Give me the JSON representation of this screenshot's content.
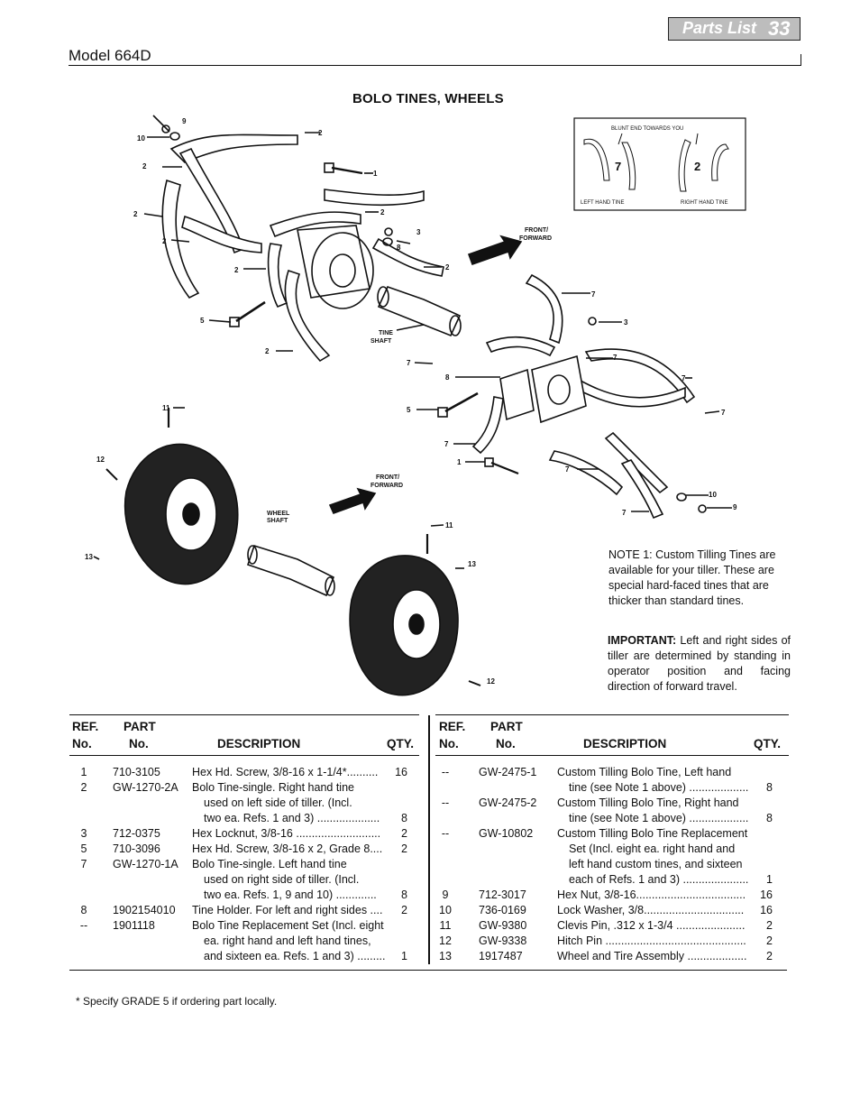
{
  "header": {
    "section_label": "Parts List",
    "page_number": "33",
    "model": "Model 664D"
  },
  "section_title": "BOLO TINES, WHEELS",
  "diagram": {
    "callouts": {
      "c1": "1",
      "c2": "2",
      "c3": "3",
      "c5": "5",
      "c7": "7",
      "c8": "8",
      "c9": "9",
      "c10": "10",
      "c11": "11",
      "c12": "12",
      "c13": "13"
    },
    "labels": {
      "front_forward_1_a": "FRONT/",
      "front_forward_1_b": "FORWARD",
      "front_forward_2_a": "FRONT/",
      "front_forward_2_b": "FORWARD",
      "tine_shaft_a": "TINE",
      "tine_shaft_b": "SHAFT",
      "wheel_shaft_a": "WHEEL",
      "wheel_shaft_b": "SHAFT"
    },
    "inset": {
      "top_text": "BLUNT END TOWARDS YOU",
      "left_num": "7",
      "right_num": "2",
      "left_caption": "LEFT HAND TINE",
      "right_caption": "RIGHT HAND TINE"
    }
  },
  "notes": {
    "note1": "NOTE 1: Custom Tilling Tines are available for your tiller. These are special hard-faced tines that are thicker than standard tines.",
    "important_label": "IMPORTANT:",
    "important_text": "Left and right sides of tiller are determined by standing in operator position and facing direction of forward travel."
  },
  "table": {
    "headers": {
      "ref_a": "REF.",
      "ref_b": "No.",
      "part_a": "PART",
      "part_b": "No.",
      "desc": "DESCRIPTION",
      "qty": "QTY."
    },
    "left_rows": [
      {
        "ref": "1",
        "part": "710-3105",
        "desc": [
          "Hex Hd. Screw, 3/8-16 x 1-1/4*.........."
        ],
        "qty": "16"
      },
      {
        "ref": "2",
        "part": "GW-1270-2A",
        "desc": [
          "Bolo Tine-single.  Right hand tine",
          "used on left side of tiller.  (Incl.",
          "two ea. Refs. 1 and 3) ...................."
        ],
        "qty": "8"
      },
      {
        "ref": "3",
        "part": "712-0375",
        "desc": [
          "Hex Locknut, 3/8-16 ..........................."
        ],
        "qty": "2"
      },
      {
        "ref": "5",
        "part": "710-3096",
        "desc": [
          "Hex Hd. Screw, 3/8-16 x 2, Grade 8...."
        ],
        "qty": "2"
      },
      {
        "ref": "7",
        "part": "GW-1270-1A",
        "desc": [
          "Bolo Tine-single. Left hand tine",
          "used on right side of tiller.  (Incl.",
          "two ea. Refs. 1, 9 and 10) ............."
        ],
        "qty": "8"
      },
      {
        "ref": "8",
        "part": "1902154010",
        "desc": [
          "Tine Holder. For left and right sides ...."
        ],
        "qty": "2"
      },
      {
        "ref": "--",
        "part": "1901118",
        "desc": [
          "Bolo Tine Replacement Set (Incl. eight",
          "ea. right hand and left hand tines,",
          "and sixteen ea. Refs. 1 and 3) ........."
        ],
        "qty": "1"
      }
    ],
    "right_rows": [
      {
        "ref": "--",
        "part": "GW-2475-1",
        "desc": [
          "Custom Tilling Bolo Tine, Left hand",
          "tine (see Note 1 above) ..................."
        ],
        "qty": "8"
      },
      {
        "ref": "--",
        "part": "GW-2475-2",
        "desc": [
          "Custom Tilling Bolo Tine, Right hand",
          "tine (see Note 1 above) ..................."
        ],
        "qty": "8"
      },
      {
        "ref": "--",
        "part": "GW-10802",
        "desc": [
          "Custom Tilling Bolo Tine Replacement",
          "Set (Incl. eight ea. right hand and",
          "left hand custom tines, and sixteen",
          "each of Refs. 1 and 3) ....................."
        ],
        "qty": "1"
      },
      {
        "ref": "9",
        "part": "712-3017",
        "desc": [
          "Hex Nut, 3/8-16..................................."
        ],
        "qty": "16"
      },
      {
        "ref": "10",
        "part": "736-0169",
        "desc": [
          "Lock Washer, 3/8................................"
        ],
        "qty": "16"
      },
      {
        "ref": "11",
        "part": "GW-9380",
        "desc": [
          "Clevis Pin, .312 x 1-3/4 ......................"
        ],
        "qty": "2"
      },
      {
        "ref": "12",
        "part": "GW-9338",
        "desc": [
          "Hitch Pin ............................................."
        ],
        "qty": "2"
      },
      {
        "ref": "13",
        "part": "1917487",
        "desc": [
          "Wheel and Tire Assembly ..................."
        ],
        "qty": "2"
      }
    ]
  },
  "footnote": "* Specify GRADE 5 if ordering part locally."
}
